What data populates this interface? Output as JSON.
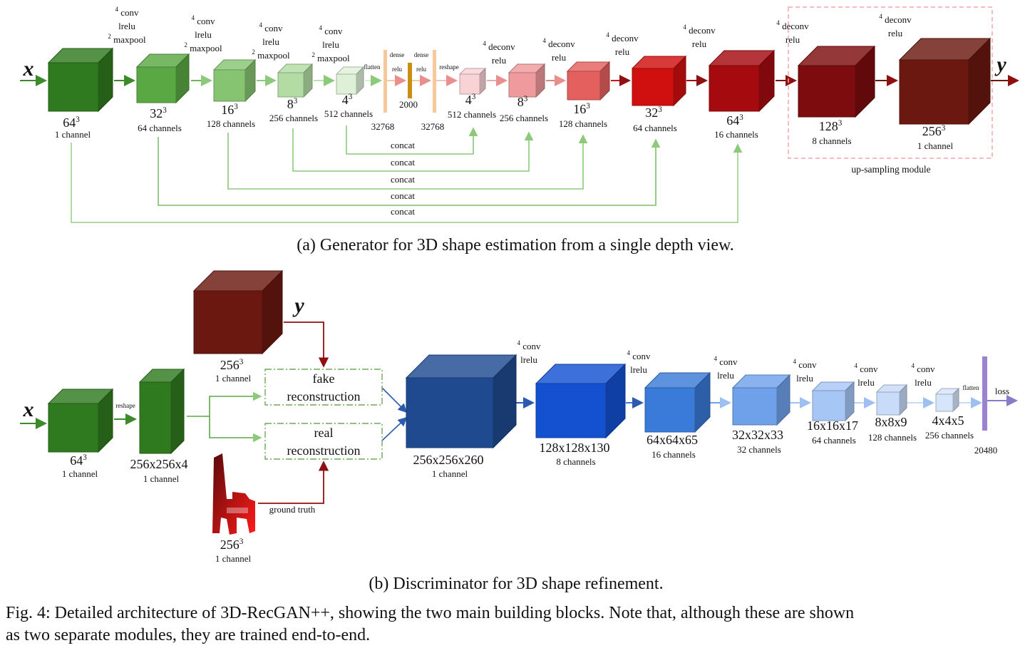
{
  "inputs": {
    "x": "x",
    "y": "y"
  },
  "generator": {
    "caption": "(a) Generator for 3D shape estimation from a single depth view.",
    "upsampling_label": "up-sampling module",
    "concat_label": "concat",
    "encoder": [
      {
        "id": "g0",
        "dim": "64",
        "sup": "3",
        "ch": "1 channel",
        "color": "#2f7a1f"
      },
      {
        "id": "g1",
        "dim": "32",
        "sup": "3",
        "ch": "64 channels",
        "color": "#5aa843",
        "op": [
          "4",
          "conv",
          "lrelu",
          "2",
          "maxpool"
        ]
      },
      {
        "id": "g2",
        "dim": "16",
        "sup": "3",
        "ch": "128 channels",
        "color": "#86c472",
        "op": [
          "4",
          "conv",
          "lrelu",
          "2",
          "maxpool"
        ]
      },
      {
        "id": "g3",
        "dim": "8",
        "sup": "3",
        "ch": "256 channels",
        "color": "#b3dca4",
        "op": [
          "4",
          "conv",
          "lrelu",
          "2",
          "maxpool"
        ]
      },
      {
        "id": "g4",
        "dim": "4",
        "sup": "3",
        "ch": "512 channels",
        "color": "#dff0d8",
        "op": [
          "4",
          "conv",
          "lrelu",
          "2",
          "maxpool"
        ]
      }
    ],
    "dense": {
      "flatten": "flatten",
      "dense1": "dense",
      "relu1": "relu",
      "n2000": "2000",
      "dense2": "dense",
      "relu2": "relu",
      "reshape": "reshape",
      "n32768a": "32768",
      "n32768b": "32768"
    },
    "decoder": [
      {
        "id": "d0",
        "dim": "4",
        "sup": "3",
        "ch": "512 channels",
        "color": "#f9d2d6"
      },
      {
        "id": "d1",
        "dim": "8",
        "sup": "3",
        "ch": "256 channels",
        "color": "#ef9a9c",
        "op": [
          "4",
          "deconv",
          "relu"
        ]
      },
      {
        "id": "d2",
        "dim": "16",
        "sup": "3",
        "ch": "128 channels",
        "color": "#e4605e",
        "op": [
          "4",
          "deconv",
          "relu"
        ]
      },
      {
        "id": "d3",
        "dim": "32",
        "sup": "3",
        "ch": "64 channels",
        "color": "#d00f0f",
        "op": [
          "4",
          "deconv",
          "relu"
        ]
      },
      {
        "id": "d4",
        "dim": "64",
        "sup": "3",
        "ch": "16 channels",
        "color": "#a50a0f",
        "op": [
          "4",
          "deconv",
          "relu"
        ]
      },
      {
        "id": "d5",
        "dim": "128",
        "sup": "3",
        "ch": "8 channels",
        "color": "#7d0c0e",
        "op": [
          "4",
          "deconv",
          "relu"
        ]
      },
      {
        "id": "d6",
        "dim": "256",
        "sup": "3",
        "ch": "1 channel",
        "color": "#6a1810",
        "op": [
          "4",
          "deconv",
          "relu"
        ]
      }
    ],
    "d0_op": [
      "4",
      "deconv",
      "relu"
    ]
  },
  "discriminator": {
    "caption": "(b) Discriminator for 3D shape refinement.",
    "y_cube": {
      "dim": "256",
      "sup": "3",
      "ch": "1 channel",
      "color": "#6a1810"
    },
    "x_cube": {
      "dim": "64",
      "sup": "3",
      "ch": "1 channel",
      "color": "#2f7a1f"
    },
    "reshape_label": "reshape",
    "slab": {
      "dim": "256x256x4",
      "ch": "1 channel",
      "color": "#2f7a1f"
    },
    "gt_shape": {
      "dim": "256",
      "sup": "3",
      "ch": "1 channel"
    },
    "fake": [
      "fake",
      "reconstruction"
    ],
    "real": [
      "real",
      "reconstruction"
    ],
    "ground_truth": "ground truth",
    "layers": [
      {
        "id": "b0",
        "dim": "256x256x260",
        "ch": "1 channel",
        "color": "#1f4a90"
      },
      {
        "id": "b1",
        "dim": "128x128x130",
        "ch": "8 channels",
        "color": "#1451d1",
        "op": [
          "4",
          "conv",
          "lrelu"
        ]
      },
      {
        "id": "b2",
        "dim": "64x64x65",
        "ch": "16 channels",
        "color": "#3a7ad8",
        "op": [
          "4",
          "conv",
          "lrelu"
        ]
      },
      {
        "id": "b3",
        "dim": "32x32x33",
        "ch": "32 channels",
        "color": "#6fa1ea",
        "op": [
          "4",
          "conv",
          "lrelu"
        ]
      },
      {
        "id": "b4",
        "dim": "16x16x17",
        "ch": "64 channels",
        "color": "#a6c6f5",
        "op": [
          "4",
          "conv",
          "lrelu"
        ]
      },
      {
        "id": "b5",
        "dim": "8x8x9",
        "ch": "128 channels",
        "color": "#c8dbf8",
        "op": [
          "4",
          "conv",
          "lrelu"
        ]
      },
      {
        "id": "b6",
        "dim": "4x4x5",
        "ch": "256 channels",
        "color": "#d6e5fa",
        "op": [
          "4",
          "conv",
          "lrelu"
        ]
      }
    ],
    "flatten": "flatten",
    "n20480": "20480",
    "loss": "loss"
  },
  "figure_caption": [
    "Fig. 4: Detailed architecture of 3D-RecGAN++, showing the two main building blocks. Note that, although these are shown",
    "as two separate modules, they are trained end-to-end."
  ]
}
